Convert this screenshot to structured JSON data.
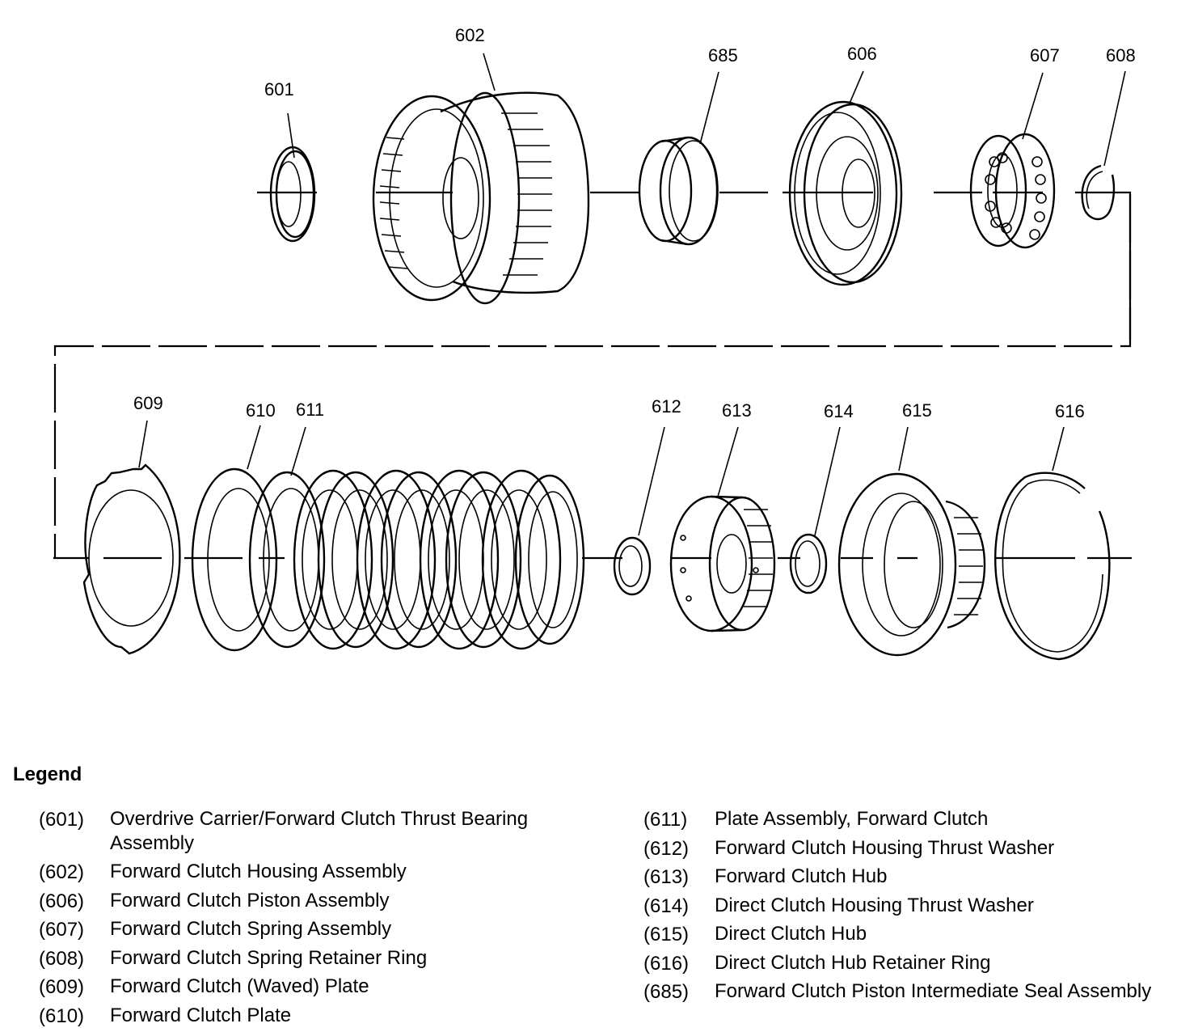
{
  "diagram": {
    "title": "Forward Clutch Exploded View",
    "callouts": [
      {
        "id": "601",
        "label": "601"
      },
      {
        "id": "602",
        "label": "602"
      },
      {
        "id": "685",
        "label": "685"
      },
      {
        "id": "606",
        "label": "606"
      },
      {
        "id": "607",
        "label": "607"
      },
      {
        "id": "608",
        "label": "608"
      },
      {
        "id": "609",
        "label": "609"
      },
      {
        "id": "610",
        "label": "610"
      },
      {
        "id": "611",
        "label": "611"
      },
      {
        "id": "612",
        "label": "612"
      },
      {
        "id": "613",
        "label": "613"
      },
      {
        "id": "614",
        "label": "614"
      },
      {
        "id": "615",
        "label": "615"
      },
      {
        "id": "616",
        "label": "616"
      }
    ]
  },
  "legend": {
    "title": "Legend",
    "left": [
      {
        "num": "(601)",
        "desc": "Overdrive Carrier/Forward Clutch Thrust Bearing Assembly"
      },
      {
        "num": "(602)",
        "desc": "Forward Clutch Housing Assembly"
      },
      {
        "num": "(606)",
        "desc": "Forward Clutch Piston Assembly"
      },
      {
        "num": "(607)",
        "desc": "Forward Clutch Spring Assembly"
      },
      {
        "num": "(608)",
        "desc": "Forward Clutch Spring Retainer Ring"
      },
      {
        "num": "(609)",
        "desc": "Forward Clutch (Waved) Plate"
      },
      {
        "num": "(610)",
        "desc": "Forward Clutch Plate"
      }
    ],
    "right": [
      {
        "num": "(611)",
        "desc": "Plate Assembly, Forward Clutch"
      },
      {
        "num": "(612)",
        "desc": "Forward Clutch Housing Thrust Washer"
      },
      {
        "num": "(613)",
        "desc": "Forward Clutch Hub"
      },
      {
        "num": "(614)",
        "desc": "Direct Clutch Housing Thrust Washer"
      },
      {
        "num": "(615)",
        "desc": "Direct Clutch Hub"
      },
      {
        "num": "(616)",
        "desc": "Direct Clutch Hub Retainer Ring"
      },
      {
        "num": "(685)",
        "desc": "Forward Clutch Piston Intermediate Seal Assembly"
      }
    ]
  }
}
